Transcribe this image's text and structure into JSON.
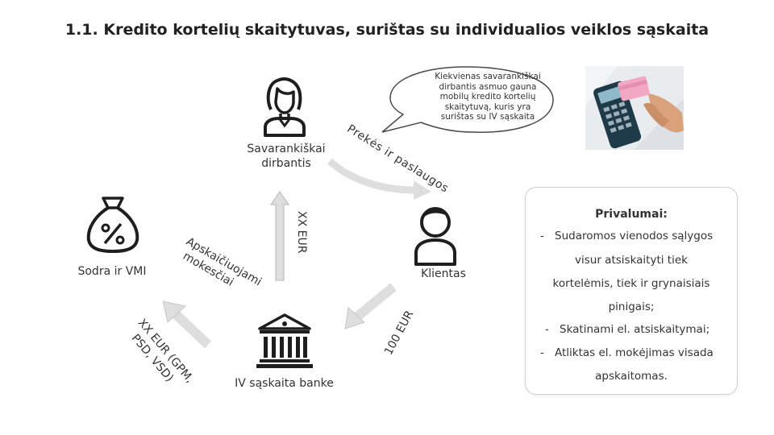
{
  "title": "1.1. Kredito kortelių skaitytuvas, surištas su individualios veiklos sąskaita",
  "nodes": {
    "self_employed": [
      "Savarankiškai",
      "dirbantis"
    ],
    "sodra": "Sodra ir VMI",
    "client": "Klientas",
    "bank": "IV sąskaita banke"
  },
  "bubble": {
    "lines": [
      "Kiekvienas savarankiškai",
      "dirbantis asmuo gauna",
      "mobilų kredito kortelių",
      "skaitytuvą, kuris yra",
      "surištas su IV sąskaita"
    ]
  },
  "flows": {
    "goods": "Prekės ir paslaugos",
    "xx_eur": "XX EUR",
    "taxes": [
      "Apskaičiuojami",
      "mokesčiai"
    ],
    "xx_eur_gpm": [
      "XX EUR (GPM,",
      "PSD, VSD)"
    ],
    "eur_100": "100 EUR"
  },
  "advantages": {
    "title": "Privalumai:",
    "items": [
      {
        "bullet": "-",
        "lines": [
          "Sudaromos vienodos sąlygos",
          "visur atsiskaityti tiek",
          "kortelėmis, tiek ir grynaisiais",
          "pinigais;"
        ]
      },
      {
        "bullet": "-",
        "lines": [
          "Skatinami el. atsiskaitymai;"
        ]
      },
      {
        "bullet": "-",
        "lines": [
          "Atliktas el. mokėjimas visada",
          "apskaitomas."
        ]
      }
    ]
  },
  "colors": {
    "icon": "#1e1e1e",
    "arrow_fill": "#dedede",
    "arrow_stroke": "#b5b5b5",
    "panel_border": "#cfcfcf"
  }
}
